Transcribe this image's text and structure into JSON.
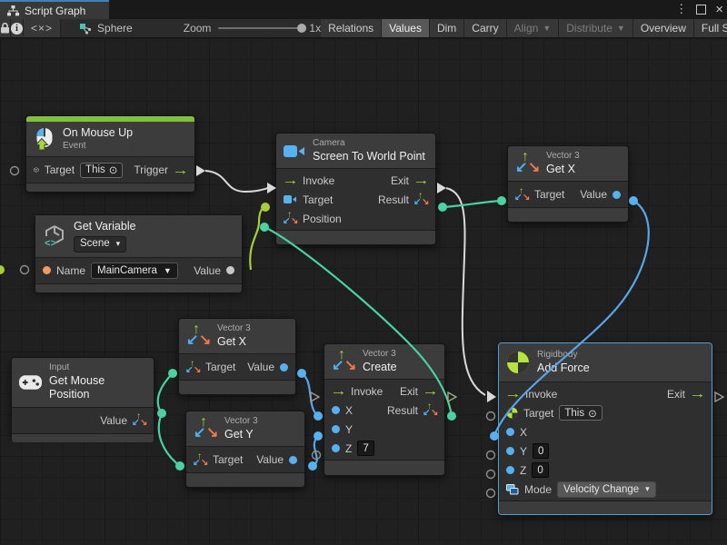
{
  "window": {
    "tab_label": "Script Graph",
    "controls": {
      "menu": "⋮",
      "close": "×"
    }
  },
  "toolbar": {
    "code_toggle": "<×>",
    "breadcrumb_label": "Sphere",
    "zoom_label": "Zoom",
    "zoom_value": "1x",
    "buttons": [
      {
        "label": "Relations"
      },
      {
        "label": "Values",
        "state": "active"
      },
      {
        "label": "Dim"
      },
      {
        "label": "Carry"
      },
      {
        "label": "Align",
        "state": "disabled",
        "dropdown": true
      },
      {
        "label": "Distribute",
        "state": "disabled",
        "dropdown": true
      },
      {
        "label": "Overview"
      },
      {
        "label": "Full Screen"
      }
    ]
  },
  "colors": {
    "event_green": "#7FC13E",
    "variable_teal": "#1E8F8F",
    "flow_wire": "#DADADA",
    "object_wire": "#A6CE39",
    "vector_wire": "#49D2A2",
    "float_wire": "#55A6E8",
    "float_dot": "#57B1F0",
    "string_dot": "#F19A5F",
    "selection_blue": "#4E9FD6"
  },
  "nodes": {
    "on_mouse_up": {
      "title": "On Mouse Up",
      "subtitle": "Event",
      "ports": {
        "target": "Target",
        "target_value": "This",
        "trigger": "Trigger"
      }
    },
    "get_variable": {
      "title": "Get Variable",
      "scope": "Scene",
      "ports": {
        "name": "Name",
        "name_value": "MainCamera",
        "value": "Value"
      }
    },
    "screen_to_world": {
      "supertitle": "Camera",
      "title": "Screen To World Point",
      "ports": {
        "invoke": "Invoke",
        "target": "Target",
        "position": "Position",
        "exit": "Exit",
        "result": "Result"
      }
    },
    "get_x_top": {
      "supertitle": "Vector 3",
      "title": "Get X",
      "ports": {
        "target": "Target",
        "value": "Value"
      }
    },
    "get_mouse_position": {
      "supertitle": "Input",
      "title": "Get Mouse Position",
      "ports": {
        "value": "Value"
      }
    },
    "get_x_mid": {
      "supertitle": "Vector 3",
      "title": "Get X",
      "ports": {
        "target": "Target",
        "value": "Value"
      }
    },
    "get_y": {
      "supertitle": "Vector 3",
      "title": "Get Y",
      "ports": {
        "target": "Target",
        "value": "Value"
      }
    },
    "create": {
      "supertitle": "Vector 3",
      "title": "Create",
      "ports": {
        "invoke": "Invoke",
        "exit": "Exit",
        "x": "X",
        "result": "Result",
        "y": "Y",
        "z": "Z",
        "z_value": "7"
      }
    },
    "add_force": {
      "supertitle": "Rigidbody",
      "title": "Add Force",
      "selected": true,
      "ports": {
        "invoke": "Invoke",
        "exit": "Exit",
        "target": "Target",
        "target_value": "This",
        "x": "X",
        "y": "Y",
        "y_value": "0",
        "z": "Z",
        "z_value": "0",
        "mode": "Mode",
        "mode_value": "Velocity Change"
      }
    }
  },
  "connections": [
    {
      "from": "on_mouse_up.trigger",
      "to": "screen_to_world.invoke",
      "type": "flow",
      "color": "#DADADA"
    },
    {
      "from": "get_variable.value",
      "to": "screen_to_world.target",
      "type": "value",
      "color": "#A6CE39"
    },
    {
      "from": "create.result",
      "to": "screen_to_world.position",
      "type": "value",
      "color": "#49D2A2"
    },
    {
      "from": "screen_to_world.exit",
      "to": "add_force.invoke",
      "type": "flow",
      "color": "#DADADA"
    },
    {
      "from": "screen_to_world.result",
      "to": "get_x_top.target",
      "type": "value",
      "color": "#49D2A2"
    },
    {
      "from": "get_x_top.value",
      "to": "add_force.x",
      "type": "value",
      "color": "#55A6E8"
    },
    {
      "from": "get_mouse_position.value",
      "to": "get_x_mid.target",
      "type": "value",
      "color": "#49D2A2"
    },
    {
      "from": "get_mouse_position.value",
      "to": "get_y.target",
      "type": "value",
      "color": "#49D2A2"
    },
    {
      "from": "get_x_mid.value",
      "to": "create.x",
      "type": "value",
      "color": "#55A6E8"
    },
    {
      "from": "get_y.value",
      "to": "create.y",
      "type": "value",
      "color": "#55A6E8"
    }
  ]
}
